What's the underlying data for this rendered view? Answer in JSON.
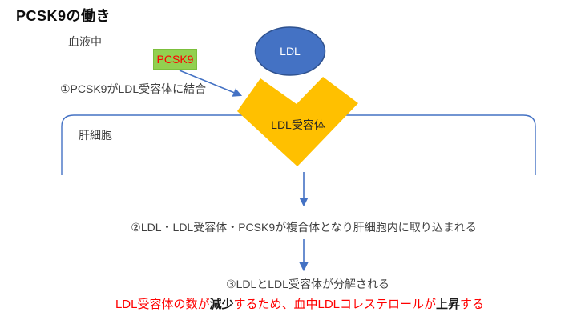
{
  "title": "PCSK9の働き",
  "labels": {
    "blood": "血液中",
    "pcsk9": "PCSK9",
    "ldl": "LDL",
    "receptor": "LDL受容体",
    "liver_cell": "肝細胞"
  },
  "steps": {
    "step1": "①PCSK9がLDL受容体に結合",
    "step2": "②LDL・LDL受容体・PCSK9が複合体となり肝細胞内に取り込まれる",
    "step3": "③LDLとLDL受容体が分解される"
  },
  "conclusion": {
    "part1": "LDL受容体の数が",
    "bold1": "減少",
    "part2": "するため、血中LDLコレステロールが",
    "bold2": "上昇",
    "part3": "する"
  },
  "colors": {
    "arrow_blue": "#4472C4",
    "ellipse_fill": "#4472C4",
    "ellipse_border": "#2F528F",
    "receptor_orange": "#FFC000",
    "pcsk9_green": "#92D050",
    "alert_red": "#FF0000",
    "body_text": "#3f3f3f"
  }
}
